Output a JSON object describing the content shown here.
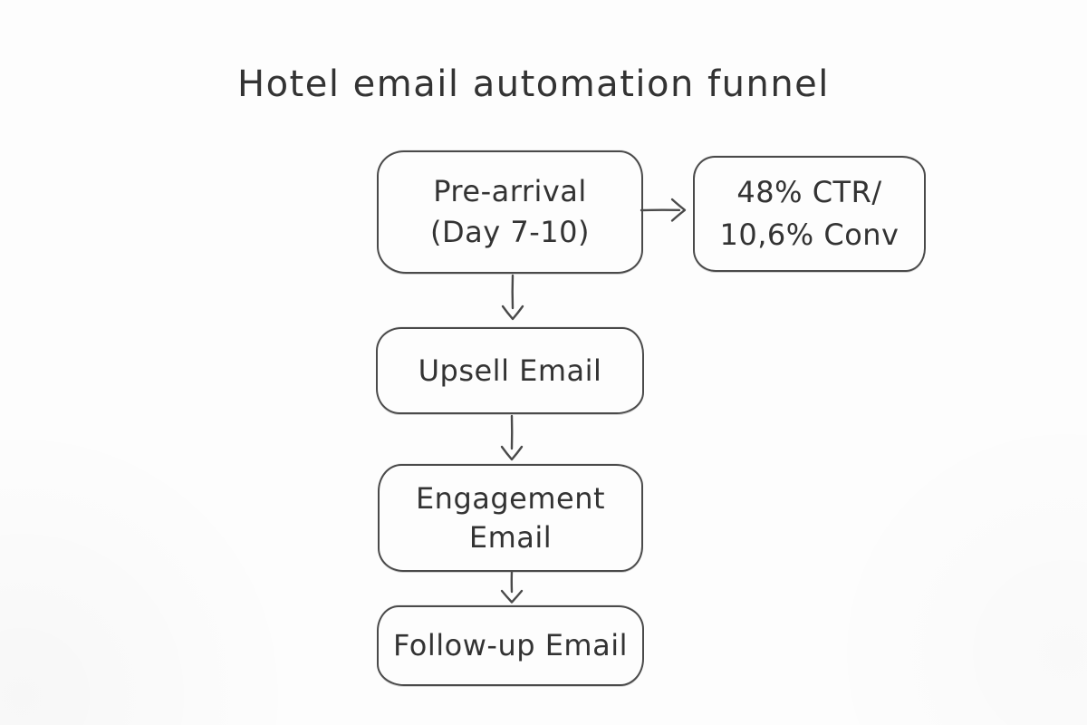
{
  "title": "Hotel email automation funnel",
  "nodes": [
    {
      "id": "pre-arrival",
      "lines": [
        "Pre-arrival",
        "(Day 7-10)"
      ]
    },
    {
      "id": "metric",
      "lines": [
        "48% CTR/",
        "10,6% Conv"
      ]
    },
    {
      "id": "upsell",
      "lines": [
        "Upsell Email"
      ]
    },
    {
      "id": "engagement",
      "lines": [
        "Engagement",
        "Email"
      ]
    },
    {
      "id": "followup",
      "lines": [
        "Follow-up Email"
      ]
    }
  ],
  "edges": [
    {
      "from": "pre-arrival",
      "to": "metric",
      "direction": "right"
    },
    {
      "from": "pre-arrival",
      "to": "upsell",
      "direction": "down"
    },
    {
      "from": "upsell",
      "to": "engagement",
      "direction": "down"
    },
    {
      "from": "engagement",
      "to": "followup",
      "direction": "down"
    }
  ],
  "colors": {
    "stroke": "#4a4a4a",
    "text": "#333333",
    "background": "#fdfdfd"
  }
}
